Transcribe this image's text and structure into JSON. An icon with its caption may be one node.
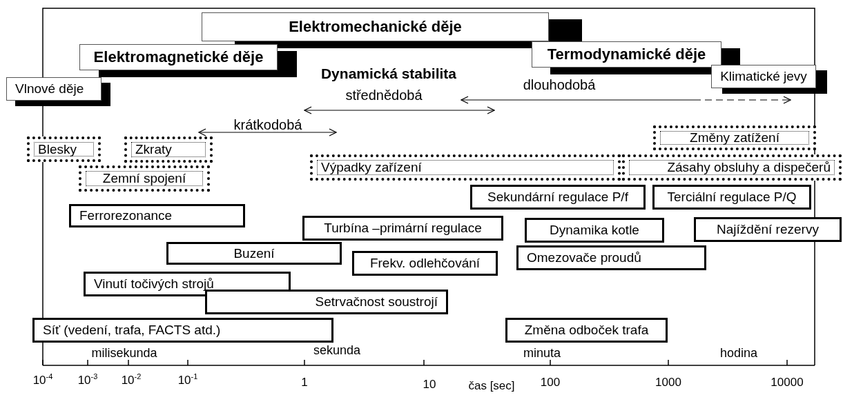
{
  "diagram": {
    "nodes": [
      {
        "text": [
          "Elektromechanické děje"
        ]
      },
      {
        "text": [
          "Elektromagnetické děje"
        ]
      },
      {
        "text": [
          "Termodynamické děje"
        ]
      },
      {
        "text": [
          "Klimatické jevy"
        ]
      },
      {
        "text": [
          "Vlnové děje"
        ]
      },
      {
        "text": [
          "Změny zatížení"
        ]
      },
      {
        "text": [
          "Blesky"
        ]
      },
      {
        "text": [
          "Zkraty"
        ]
      },
      {
        "text": [
          "Výpadky zařízení"
        ]
      },
      {
        "text": [
          "Zásahy obsluhy a dispečerů"
        ]
      },
      {
        "text": [
          "Zemní spojení"
        ]
      },
      {
        "text": [
          "Sekundární regulace P/f"
        ]
      },
      {
        "text": [
          "Terciální regulace P/Q"
        ]
      },
      {
        "text": [
          "Ferrorezonance"
        ]
      },
      {
        "text": [
          "Turbína –primární regulace"
        ]
      },
      {
        "text": [
          "Dynamika kotle"
        ]
      },
      {
        "text": [
          "Najíždění rezervy"
        ]
      },
      {
        "text": [
          "Buzení"
        ]
      },
      {
        "text": [
          "Omezovače proudů"
        ]
      },
      {
        "text": [
          "Frekv. odlehčování"
        ]
      },
      {
        "text": [
          "Vinutí točivých strojů"
        ]
      },
      {
        "text": [
          "Setrvačnost soustrojí"
        ]
      },
      {
        "text": [
          "Síť (vedení, trafa, FACTS atd.)"
        ]
      },
      {
        "text": [
          "Změna odboček trafa"
        ]
      }
    ],
    "labels": [
      "Dynamická stabilita",
      "dlouhodobá",
      "střednědobá",
      "krátkodobá",
      "milisekunda",
      "sekunda",
      "minuta",
      "hodina",
      "10$^{-4}$",
      "10$^{-3}$",
      "10$^{-2}$",
      "10$^{-1}$",
      "1",
      "10",
      "čas [sec]",
      "100",
      "1000",
      "10000"
    ]
  }
}
